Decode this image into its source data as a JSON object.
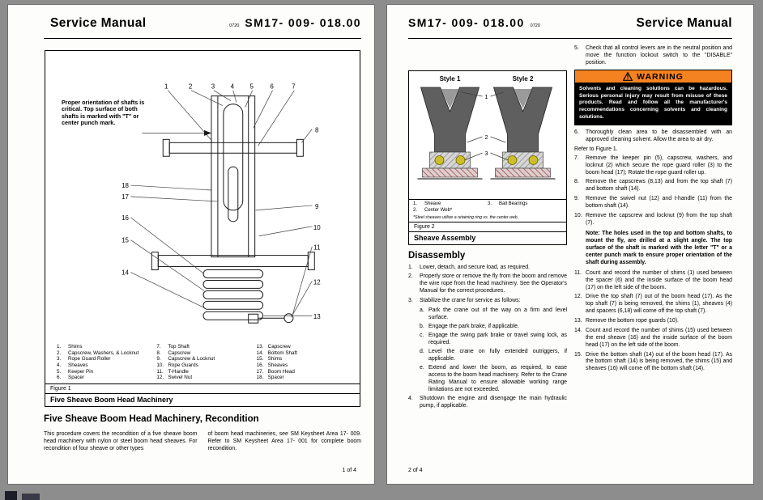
{
  "colors": {
    "desktop_bg": "#8d8d8d",
    "warning_header_orange": "#f58220",
    "warning_body_black": "#000000",
    "bearing_yellow": "#cdbf2a",
    "base_hatch_red": "#a84848"
  },
  "page1": {
    "header": {
      "title": "Service Manual",
      "rev": "0720",
      "doc": "SM17- 009- 018.00"
    },
    "figure1": {
      "note": "Proper orientation of shafts is critical.  Top surface of both shafts is marked with \"T\" or center punch mark.",
      "callouts": {
        "top": [
          "1",
          "2",
          "3",
          "4",
          "5",
          "6",
          "7"
        ],
        "right": [
          "8",
          "9",
          "10",
          "11",
          "12",
          "13"
        ],
        "left": [
          "18",
          "17",
          "16",
          "15",
          "14"
        ]
      },
      "parts_columns": [
        [
          {
            "num": "1.",
            "label": "Shims"
          },
          {
            "num": "2.",
            "label": "Capscrew, Washers, & Locknut"
          },
          {
            "num": "3.",
            "label": "Rope Guard Roller"
          },
          {
            "num": "4.",
            "label": "Sheaves"
          },
          {
            "num": "5.",
            "label": "Keeper Pin"
          },
          {
            "num": "6.",
            "label": "Spacer"
          }
        ],
        [
          {
            "num": "7.",
            "label": "Top Shaft"
          },
          {
            "num": "8.",
            "label": "Capscrew"
          },
          {
            "num": "9.",
            "label": "Capscrew & Locknut"
          },
          {
            "num": "10.",
            "label": "Rope Guards"
          },
          {
            "num": "11.",
            "label": "T-Handle"
          },
          {
            "num": "12.",
            "label": "Swivel Nut"
          }
        ],
        [
          {
            "num": "13.",
            "label": "Capscrew"
          },
          {
            "num": "14.",
            "label": "Bottom Shaft"
          },
          {
            "num": "15.",
            "label": "Shims"
          },
          {
            "num": "16.",
            "label": "Sheaves"
          },
          {
            "num": "17.",
            "label": "Boom Head"
          },
          {
            "num": "18.",
            "label": "Spacer"
          }
        ]
      ],
      "label": "Figure 1",
      "caption": "Five Sheave Boom Head Machinery"
    },
    "section_heading": "Five Sheave Boom Head Machinery, Recondition",
    "body_col1": "This procedure covers the recondition of a five sheave boom head machinery with nylon or steel boom head sheaves.  For recondition of four sheave or other types",
    "body_col2": "of boom head machineries, see SM Keysheet Area 17- 009.  Refer to SM Keysheet Area 17- 001 for complete boom recondition.",
    "page_num": "1 of 4"
  },
  "page2": {
    "header": {
      "doc": "SM17- 009- 018.00",
      "rev": "0720",
      "title": "Service Manual"
    },
    "figure2": {
      "style1": "Style 1",
      "style2": "Style 2",
      "callouts": [
        "1",
        "2",
        "3"
      ],
      "legend_left": [
        {
          "num": "1.",
          "label": "Sheave"
        },
        {
          "num": "2.",
          "label": "Center Web*"
        }
      ],
      "legend_right": [
        {
          "num": "3.",
          "label": "Ball Bearings"
        }
      ],
      "footnote": "*Steel sheaves utilize a retaining ring vs. the center web.",
      "label": "Figure 2",
      "caption": "Sheave Assembly"
    },
    "disassembly_heading": "Disassembly",
    "col_left_steps": [
      {
        "num": "1.",
        "text": "Lower, detach, and secure load, as required."
      },
      {
        "num": "2.",
        "text": "Properly store or remove the fly from the boom and remove the wire rope from the head machinery. See the Operator's Manual for the correct procedures."
      },
      {
        "num": "3.",
        "text": "Stabilize the crane for service as follows:"
      }
    ],
    "col_left_substeps": [
      {
        "num": "a.",
        "text": "Park the crane out of the way on a firm and level surface."
      },
      {
        "num": "b.",
        "text": "Engage the park brake, if applicable."
      },
      {
        "num": "c.",
        "text": "Engage the swing park brake or travel swing lock, as required."
      },
      {
        "num": "d.",
        "text": "Level the crane on fully extended outriggers, if applicable."
      },
      {
        "num": "e.",
        "text": "Extend and lower the boom, as required, to ease access to the boom head machinery.  Refer to the Crane Rating Manual to ensure allowable working range limitations are not exceeded."
      }
    ],
    "col_left_step4": {
      "num": "4.",
      "text": "Shutdown the engine and disengage the main hydraulic pump, if applicable."
    },
    "step5": {
      "num": "5.",
      "text": "Check that all control levers are in the neutral position and move the function lockout switch to the \"DISABLE\" position."
    },
    "warning": {
      "title": "WARNING",
      "body": "Solvents and cleaning solutions can be hazardous.  Serious personal injury may result from misuse of these products.  Read and follow all the manufacturer's recommendations concerning solvents and cleaning solutions."
    },
    "step6": {
      "num": "6.",
      "text": "Thoroughly clean area to be disassembled with an approved cleaning solvent.  Allow the area to air dry."
    },
    "refer": "Refer to Figure 1.",
    "steps_7_10": [
      {
        "num": "7.",
        "text": "Remove the keeper pin (5), capscrew, washers, and locknut (2) which secure the rope guard roller (3) to the boom head (17); Rotate the rope guard roller up."
      },
      {
        "num": "8.",
        "text": "Remove the capscrews (8,13) and from the top shaft (7) and bottom shaft (14)."
      },
      {
        "num": "9.",
        "text": "Remove the swivel nut (12) and t-handle (11) from the bottom shaft (14)."
      },
      {
        "num": "10.",
        "text": "Remove the capscrew and locknut (9) from the top shaft (7)."
      }
    ],
    "note": "Note:  The holes used in the top and bottom shafts, to mount the fly, are drilled at a slight angle.  The top surface of the shaft is marked with the letter \"T\" or a center punch mark to ensure proper orientation of the shaft during assembly.",
    "steps_11_15": [
      {
        "num": "11.",
        "text": "Count and record the number of shims (1) used between the spacer (6) and the inside surface of the boom head (17) on the left side of the boom."
      },
      {
        "num": "12.",
        "text": "Drive the top shaft (7) out of the boom head (17).  As the top shaft (7) is being removed, the shims (1), sheaves (4) and spacers (6,18) will come off the top shaft (7)."
      },
      {
        "num": "13.",
        "text": "Remove the bottom rope guards (10)."
      },
      {
        "num": "14.",
        "text": "Count and record the number of shims (15) used between the end sheave (16) and the inside surface of the boom head (17) on the left side of the boom."
      },
      {
        "num": "15.",
        "text": "Drive the bottom shaft (14) out of the boom head (17).  As the bottom shaft (14) is being removed, the shims (15) and sheaves (16) will come off the bottom shaft (14)."
      }
    ],
    "page_num": "2 of 4"
  }
}
